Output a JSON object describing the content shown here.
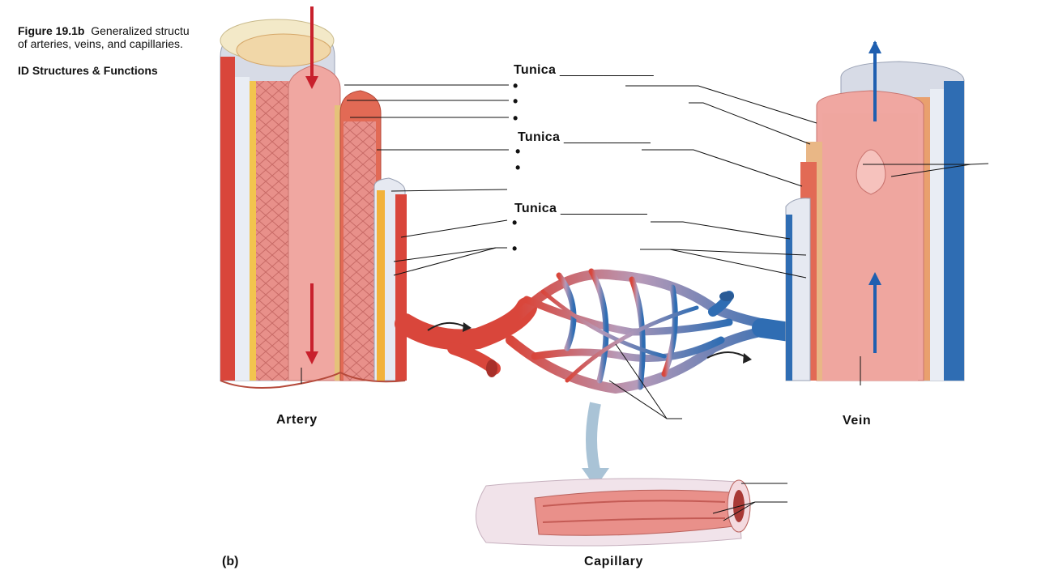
{
  "figure": {
    "number": "Figure 19.1b",
    "caption_line1": "Generalized structu",
    "caption_line2": "of arteries, veins, and capillaries.",
    "subtitle": "ID Structures & Functions",
    "panel_letter": "(b)"
  },
  "tunica_blocks": [
    {
      "label": "Tunica",
      "blank": "_____________",
      "bullets": [
        "•",
        "•",
        "•"
      ]
    },
    {
      "label": "Tunica",
      "blank": "____________",
      "bullets": [
        "•",
        "•"
      ]
    },
    {
      "label": "Tunica",
      "blank": "____________",
      "bullets": [
        "•",
        "•"
      ]
    }
  ],
  "vessels": {
    "artery": "Artery",
    "vein": "Vein",
    "capillary": "Capillary"
  },
  "colors": {
    "arterial_red": "#d9463b",
    "venous_blue": "#2f6db3",
    "arrow_red": "#c8202c",
    "arrow_blue": "#1f5fb0",
    "muscle_pink": "#e69a8f",
    "elastic_yellow": "#e8b64a",
    "connective_gray": "#d7dbe6"
  }
}
